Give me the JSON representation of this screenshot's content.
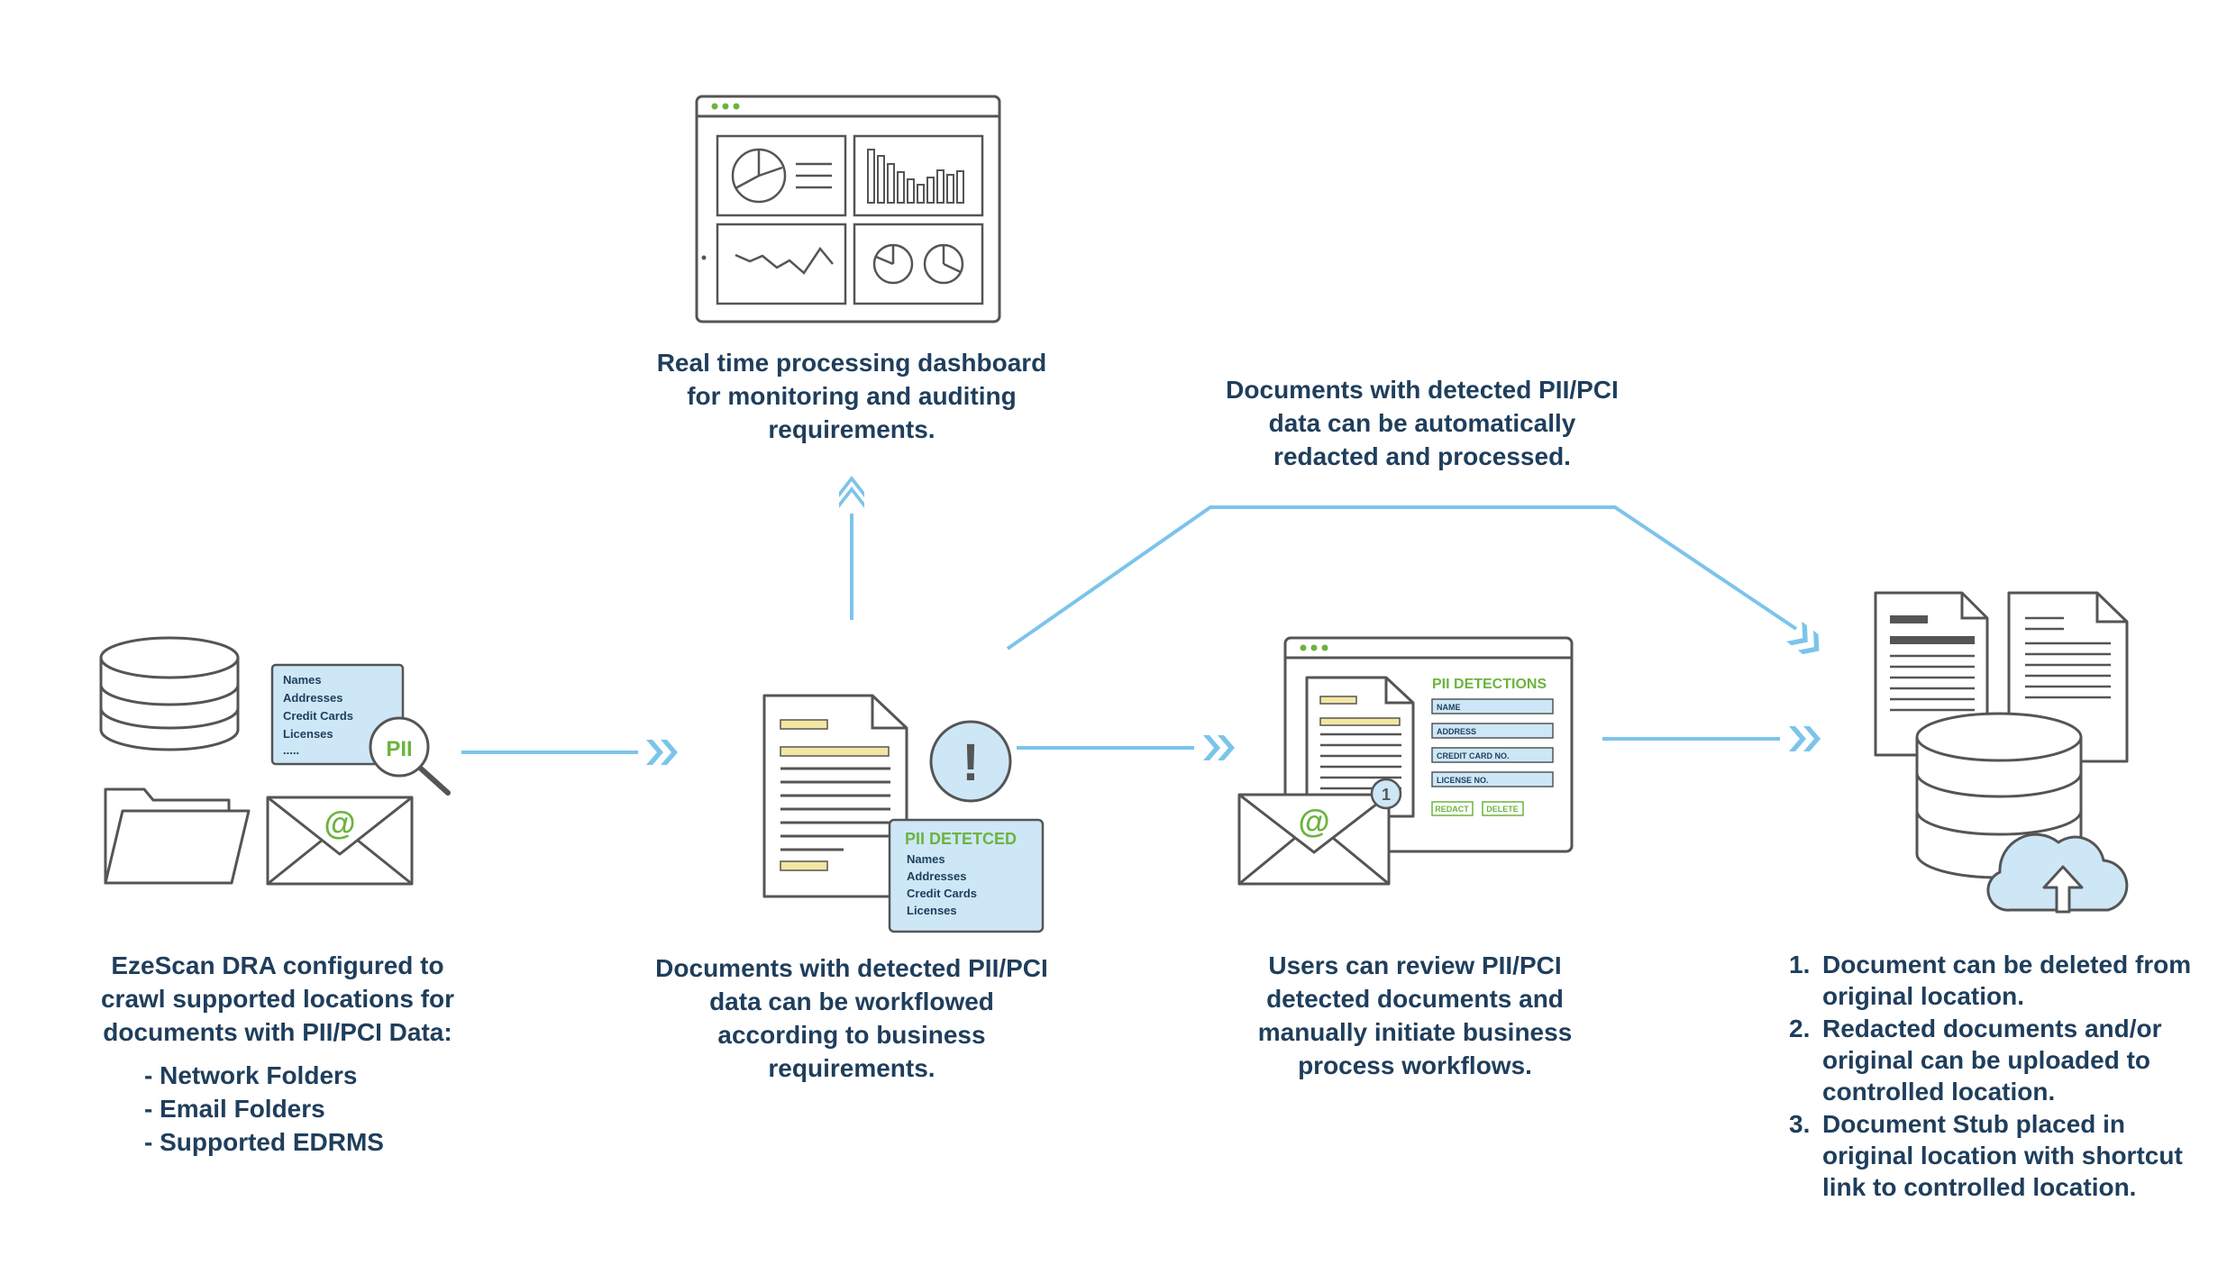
{
  "colors": {
    "text": "#1f3e5c",
    "arrow": "#7cc4ea",
    "stroke": "#555555",
    "callout_fill": "#cde7f7",
    "highlight_fill": "#f3e6a2",
    "accent_green": "#6db33f"
  },
  "stage1": {
    "caption": [
      "EzeScan DRA configured to",
      "crawl supported locations for",
      "documents with PII/PCI Data:"
    ],
    "bullets": [
      "-  Network Folders",
      "-  Email Folders",
      "-  Supported EDRMS"
    ],
    "pii_card": {
      "lines": [
        "Names",
        "Addresses",
        "Credit Cards",
        "Licenses",
        "....."
      ],
      "badge": "PII"
    },
    "icons": [
      "database-icon",
      "folder-icon",
      "email-icon",
      "magnifier-icon"
    ]
  },
  "dashboard": {
    "caption": [
      "Real time processing dashboard",
      "for monitoring and auditing",
      "requirements."
    ]
  },
  "stage2": {
    "caption": [
      "Documents with detected PII/PCI",
      "data can be workflowed",
      "according to business",
      "requirements."
    ],
    "callout": {
      "title": "PII DETETCED",
      "lines": [
        "Names",
        "Addresses",
        "Credit Cards",
        "Licenses"
      ]
    },
    "alert_glyph": "!"
  },
  "auto": {
    "caption": [
      "Documents with detected PII/PCI",
      "data can be automatically",
      "redacted and processed."
    ]
  },
  "stage3": {
    "caption": [
      "Users can review PII/PCI",
      "detected documents and",
      "manually initiate business",
      "process workflows."
    ],
    "panel": {
      "title": "PII DETECTIONS",
      "fields": [
        "NAME",
        "ADDRESS",
        "CREDIT CARD NO.",
        "LICENSE NO."
      ],
      "buttons": [
        "REDACT",
        "DELETE"
      ]
    },
    "mail_badge": "1",
    "mail_glyph": "@"
  },
  "stage4": {
    "items": [
      {
        "num": "1.",
        "lines": [
          "Document can be deleted from",
          "original location."
        ]
      },
      {
        "num": "2.",
        "lines": [
          "Redacted documents and/or",
          "original can be uploaded to",
          "controlled location."
        ]
      },
      {
        "num": "3.",
        "lines": [
          "Document Stub placed in",
          "original location with shortcut",
          "link  to controlled location."
        ]
      }
    ]
  },
  "email_glyph": "@"
}
